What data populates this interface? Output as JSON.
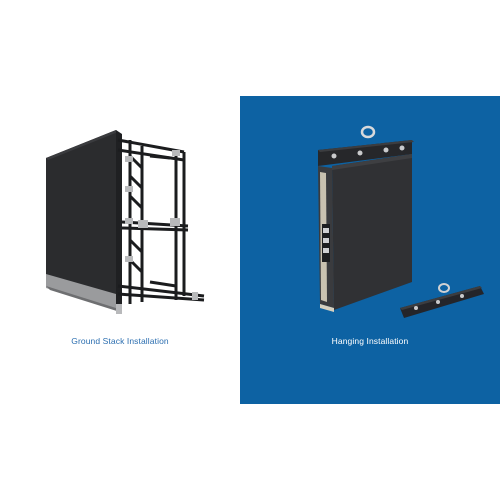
{
  "colors": {
    "accent_blue": "#0d62a3",
    "left_caption": "#2b6eb0",
    "right_caption": "#ffffff",
    "cabinet_dark": "#2a2b2d",
    "frame_dark": "#1a1b1d"
  },
  "left_panel": {
    "caption": "Ground Stack Installation",
    "image_icon": "ground-stack-cabinet-with-frame"
  },
  "right_panel": {
    "caption": "Hanging Installation",
    "image_icon": "hanging-cabinet-with-lifting-bar"
  }
}
